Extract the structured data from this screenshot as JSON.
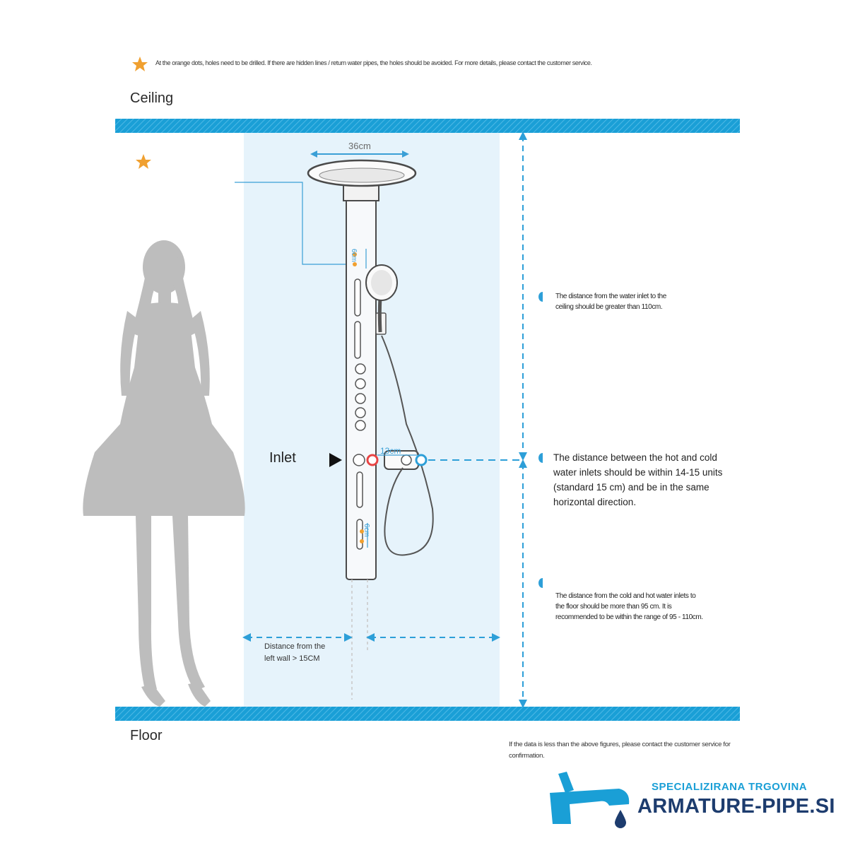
{
  "top_note": "At the orange dots, holes need to be drilled. If there are hidden lines / return water pipes, the holes should be avoided. For more details, please contact the customer service.",
  "labels": {
    "ceiling": "Ceiling",
    "floor": "Floor",
    "inlet": "Inlet"
  },
  "dimensions": {
    "width_top": "36cm",
    "inlet_spacing": "13cm",
    "top_hole": "6cm",
    "bottom_hole": "6cm"
  },
  "notes": {
    "ceiling_distance": "The distance from the water inlet to the ceiling should be greater than 110cm.",
    "inlet_spacing": "The distance between the hot and cold water inlets should be within 14-15 units (standard 15 cm) and be in the same horizontal direction.",
    "floor_distance": "The distance from the cold and hot water inlets to the floor should be more than 95 cm. It is recommended to be within the range of 95 - 110cm.",
    "left_wall": "Distance from the left wall > 15CM",
    "bottom": "If the data is less than the above figures, please contact the customer service for confirmation."
  },
  "brand": {
    "tagline": "SPECIALIZIRANA TRGOVINA",
    "name": "ARMATURE-PIPE.SI"
  },
  "colors": {
    "band_blue": "#1a9fd6",
    "zone_blue": "#e6f3fb",
    "arrow_blue": "#2d9fd8",
    "star_orange": "#f0a030",
    "silhouette": "#bdbdbd",
    "brand_navy": "#1d3c6e"
  },
  "icons": [
    "star-icon",
    "woman-silhouette",
    "arrow-right-icon",
    "faucet-logo-icon",
    "water-drop-icon"
  ]
}
